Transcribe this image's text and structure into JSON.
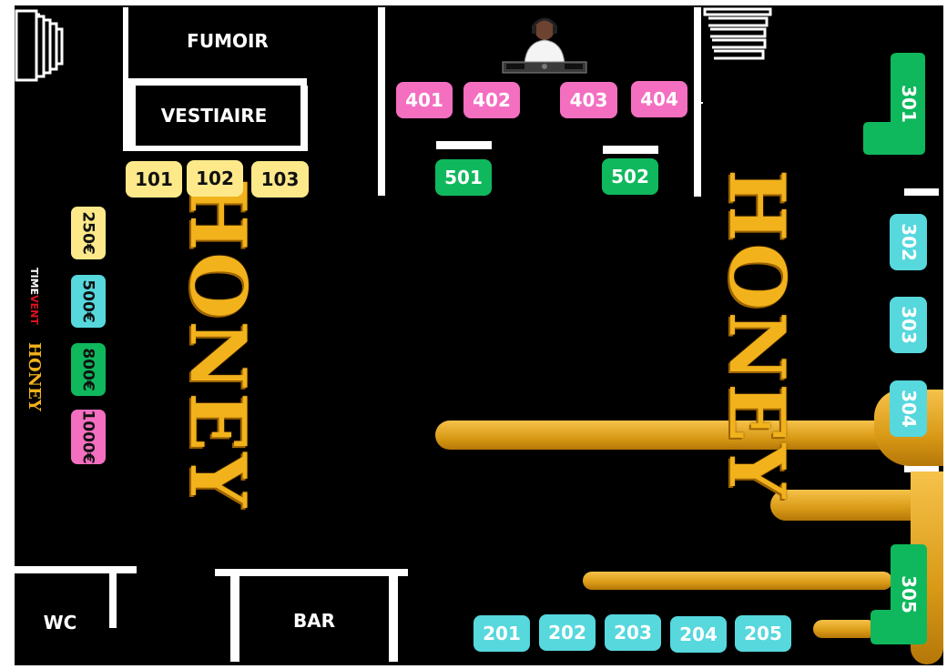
{
  "rooms": {
    "fumoir": "FUMOIR",
    "vestiaire": "VESTIAIRE",
    "wc": "WC",
    "bar": "BAR"
  },
  "brand": {
    "logo_text": "HONEY",
    "partner_logo_line1": "TIME",
    "partner_logo_line2": "VENT",
    "gold": "#f2b21c"
  },
  "price_legend": [
    {
      "label": "250€",
      "color": "#fde98a"
    },
    {
      "label": "500€",
      "color": "#56d8dd"
    },
    {
      "label": "800€",
      "color": "#0fb85d"
    },
    {
      "label": "1000€",
      "color": "#f46fc0"
    }
  ],
  "tables": {
    "yellow": [
      "101",
      "102",
      "103"
    ],
    "pink": [
      "401",
      "402",
      "403",
      "404"
    ],
    "green_top": [
      "501",
      "502"
    ],
    "right_column": [
      "301",
      "302",
      "303",
      "304",
      "305"
    ],
    "bottom_row": [
      "201",
      "202",
      "203",
      "204",
      "205"
    ]
  },
  "colors": {
    "yellow": "#fde98a",
    "pink": "#f46fc0",
    "green": "#0fb85d",
    "cyan": "#56d8dd",
    "background": "#000000",
    "walls": "#ffffff"
  },
  "icons": {
    "dj": "dj-booth-icon",
    "stairs": "stairs-icon"
  }
}
